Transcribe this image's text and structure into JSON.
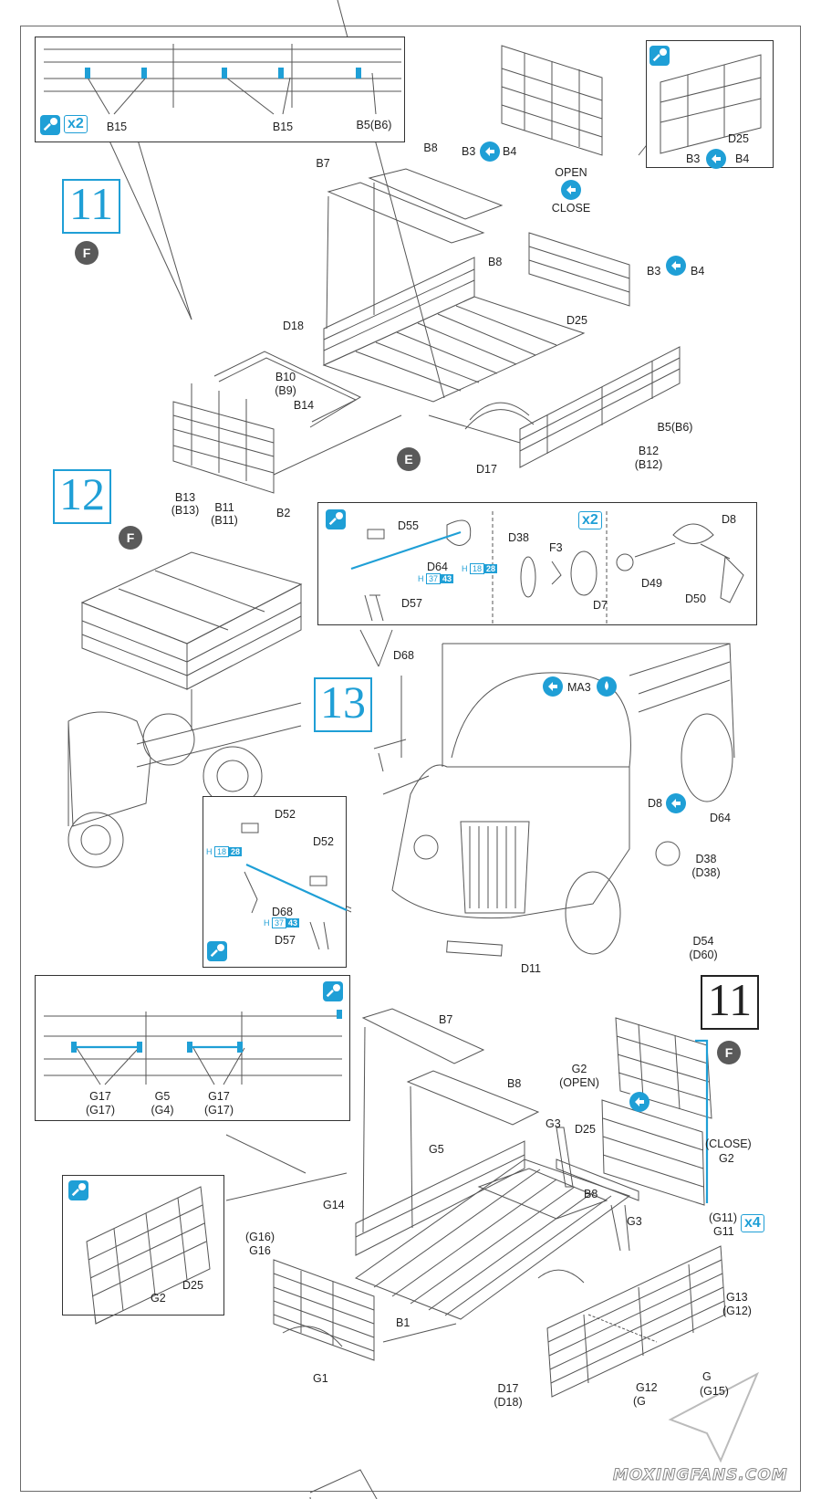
{
  "steps": {
    "s11_top": "11",
    "s12": "12",
    "s13": "13",
    "s11_bottom": "11"
  },
  "discs": {
    "f1": "F",
    "e": "E",
    "f2": "F",
    "f3": "F"
  },
  "multipliers": {
    "x2_detail": "x2",
    "x2_lights": "x2",
    "x4": "x4"
  },
  "labels": {
    "b15a": "B15",
    "b15b": "B15",
    "b5b6_detail": "B5(B6)",
    "b3_top": "B3",
    "b4_top": "B4",
    "d25_inset": "D25",
    "b3_inset": "B3",
    "b4_inset": "B4",
    "b8_top": "B8",
    "b7_top": "B7",
    "open": "OPEN",
    "close": "CLOSE",
    "b8_mid": "B8",
    "b3_mid": "B3",
    "b4_mid": "B4",
    "d25_mid": "D25",
    "d18": "D18",
    "b10": "B10",
    "b9": "(B9)",
    "b14": "B14",
    "b5b6": "B5(B6)",
    "b12": "B12",
    "b12p": "(B12)",
    "d17": "D17",
    "b13": "B13",
    "b13p": "(B13)",
    "b11": "B11",
    "b11p": "(B11)",
    "b2": "B2",
    "d55": "D55",
    "d64_box": "D64",
    "d57_box": "D57",
    "d38_box": "D38",
    "f3": "F3",
    "d7": "D7",
    "d8_box": "D8",
    "d49": "D49",
    "d50": "D50",
    "d68": "D68",
    "ma3": "MA3",
    "d8": "D8",
    "d64": "D64",
    "d38": "D38",
    "d38p": "(D38)",
    "d54": "D54",
    "d60": "(D60)",
    "d11": "D11",
    "d52a": "D52",
    "d52b": "D52",
    "d68_box": "D68",
    "d57": "D57",
    "g17a": "G17",
    "g17a_p": "(G17)",
    "g5": "G5",
    "g4": "(G4)",
    "g17b": "G17",
    "g17b_p": "(G17)",
    "b7_bottom": "B7",
    "b8_bottom": "B8",
    "g2_open": "G2",
    "g2_open_p": "(OPEN)",
    "d25_bottom": "D25",
    "g3a": "G3",
    "g5_bottom": "G5",
    "close_p": "(CLOSE)",
    "g2_close": "G2",
    "b8_low": "B8",
    "g3b": "G3",
    "g14": "G14",
    "g16p": "(G16)",
    "g16": "G16",
    "g11p": "(G11)",
    "g11": "G11",
    "g13": "G13",
    "g12p": "(G12)",
    "d25_detail": "D25",
    "g2_detail": "G2",
    "b1": "B1",
    "g1": "G1",
    "d17_bottom": "D17",
    "d18p": "(D18)",
    "g12": "G12",
    "g_partial": "(G",
    "g15": "(G15)",
    "g_partial2": "G"
  },
  "paint_codes": {
    "h_d64_a": "H",
    "h_d64_a_num": "37",
    "h_d64_a_box": "43",
    "h_d64_b": "H",
    "h_d64_b_num": "18",
    "h_d64_b_box": "28",
    "h_d68_a": "H",
    "h_d68_a_num": "18",
    "h_d68_a_box": "28",
    "h_d68_b": "H",
    "h_d68_b_num": "37",
    "h_d68_b_box": "43"
  },
  "watermark": "MOXINGFANS.COM",
  "colors": {
    "accent": "#1f9fd6",
    "line": "#444444",
    "disc": "#5a5a5a"
  }
}
